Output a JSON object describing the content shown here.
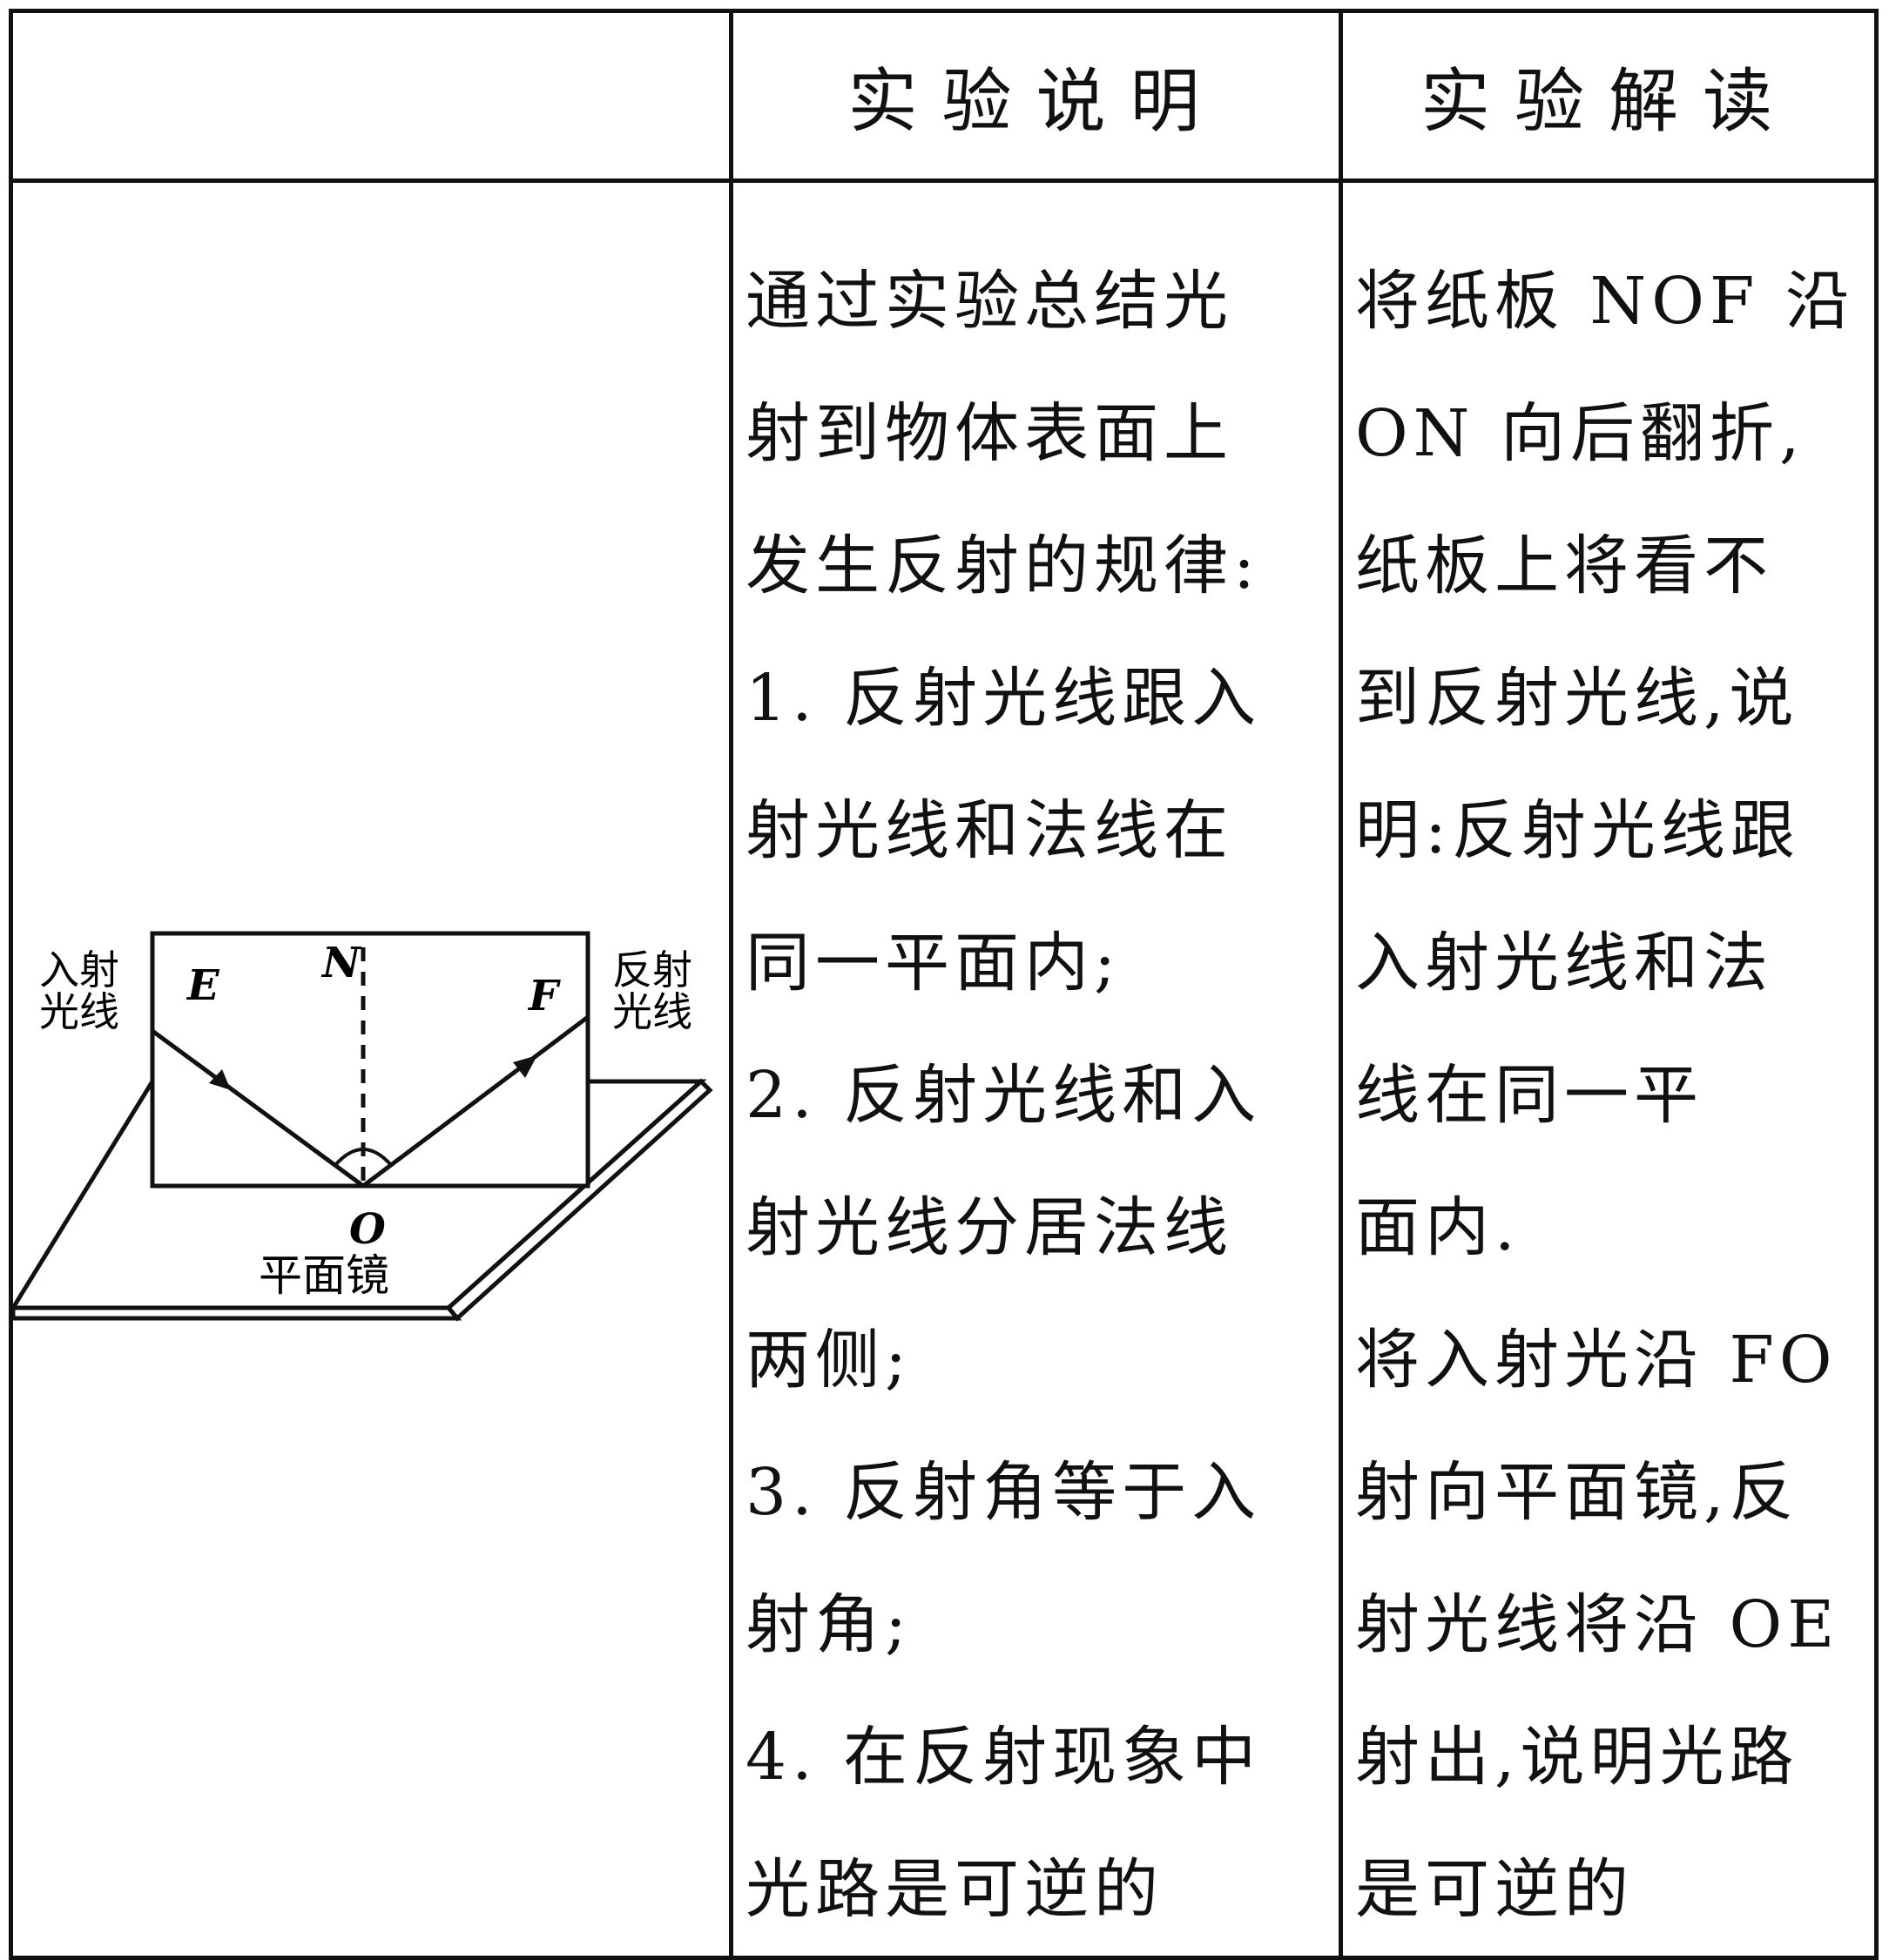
{
  "table": {
    "header": {
      "col1": "",
      "col2": "实验说明",
      "col3": "实验解读"
    },
    "description_lines": [
      "通过实验总结光",
      "射到物体表面上",
      "发生反射的规律:",
      "1. 反射光线跟入",
      "射光线和法线在",
      "同一平面内;",
      "2. 反射光线和入",
      "射光线分居法线",
      "两侧;",
      "3. 反射角等于入",
      "射角;",
      "4. 在反射现象中",
      "光路是可逆的"
    ],
    "interpretation_lines": [
      "将纸板 NOF 沿",
      "ON 向后翻折,",
      "纸板上将看不",
      "到反射光线,说",
      "明:反射光线跟",
      "入射光线和法",
      "线在同一平",
      "面内.",
      "将入射光沿 FO",
      "射向平面镜,反",
      "射光线将沿 OE",
      "射出,说明光路",
      "是可逆的"
    ]
  },
  "diagram": {
    "label_incident": [
      "入射",
      "光线"
    ],
    "label_reflected": [
      "反射",
      "光线"
    ],
    "point_E": "E",
    "point_N": "N",
    "point_F": "F",
    "point_O": "O",
    "mirror_label": "平面镜"
  }
}
